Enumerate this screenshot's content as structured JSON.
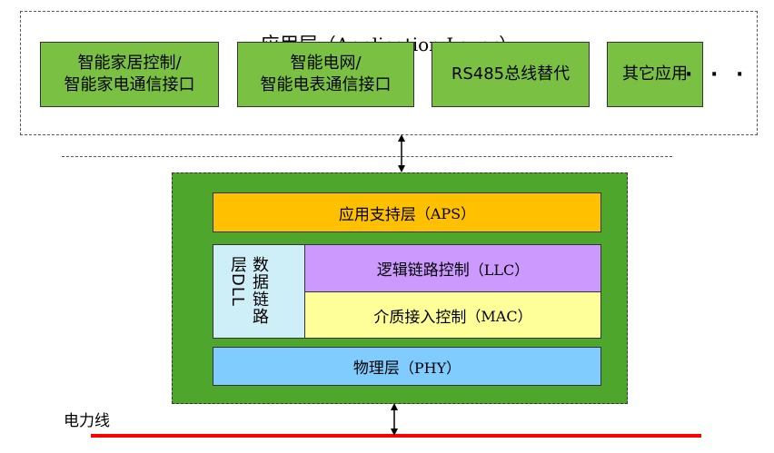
{
  "application_layer": {
    "title_cn": "应用层",
    "title_en": "（Application  Layer）",
    "boxes": [
      {
        "line1": "智能家居控制/",
        "line2": "智能家电通信接口"
      },
      {
        "line1": "智能电网/",
        "line2": "智能电表通信接口"
      },
      {
        "line1": "RS485总线替代",
        "line2": ""
      },
      {
        "line1": "其它应用",
        "line2": ""
      }
    ],
    "ellipsis": "· · ·"
  },
  "stack": {
    "aps": {
      "cn": "应用支持层",
      "en": "（APS）",
      "color": "#ffc000"
    },
    "dll": {
      "label": "数据链路层DLL",
      "color": "#cfeff8"
    },
    "llc": {
      "cn": "逻辑链路控制",
      "en": "（LLC）",
      "color": "#cc99ff"
    },
    "mac": {
      "cn": "介质接入控制",
      "en": "（MAC）",
      "color": "#ffff99"
    },
    "phy": {
      "cn": "物理层",
      "en": "（PHY）",
      "color": "#80ccff"
    },
    "background_color": "#4ea72c"
  },
  "power": {
    "label": "电力线",
    "color": "#ff0000"
  }
}
